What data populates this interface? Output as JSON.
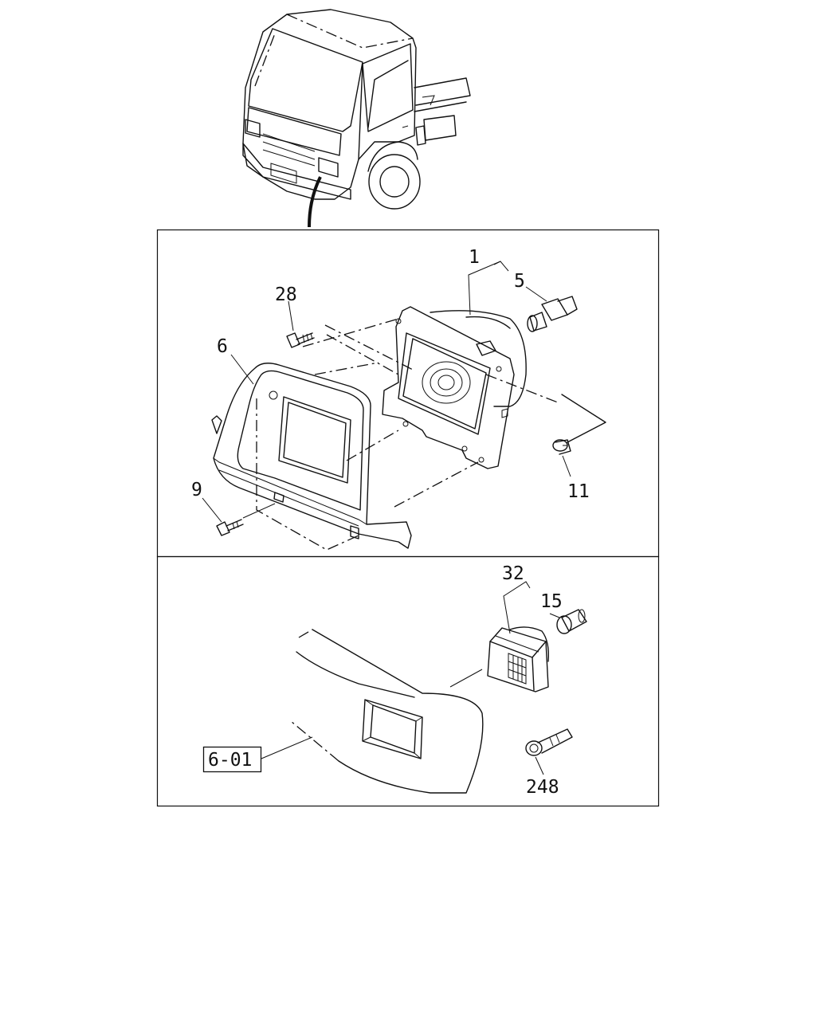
{
  "callouts": {
    "c1": "1",
    "c5": "5",
    "c28": "28",
    "c6": "6",
    "c11": "11",
    "c9": "9",
    "c32": "32",
    "c15": "15",
    "c248": "248"
  },
  "reference_box": "6-01",
  "icons": [
    "truck-icon",
    "headlamp-assembly-icon",
    "bulb-icon",
    "bolt-icon",
    "clip-icon",
    "bezel-icon",
    "side-lamp-icon",
    "socket-icon"
  ]
}
